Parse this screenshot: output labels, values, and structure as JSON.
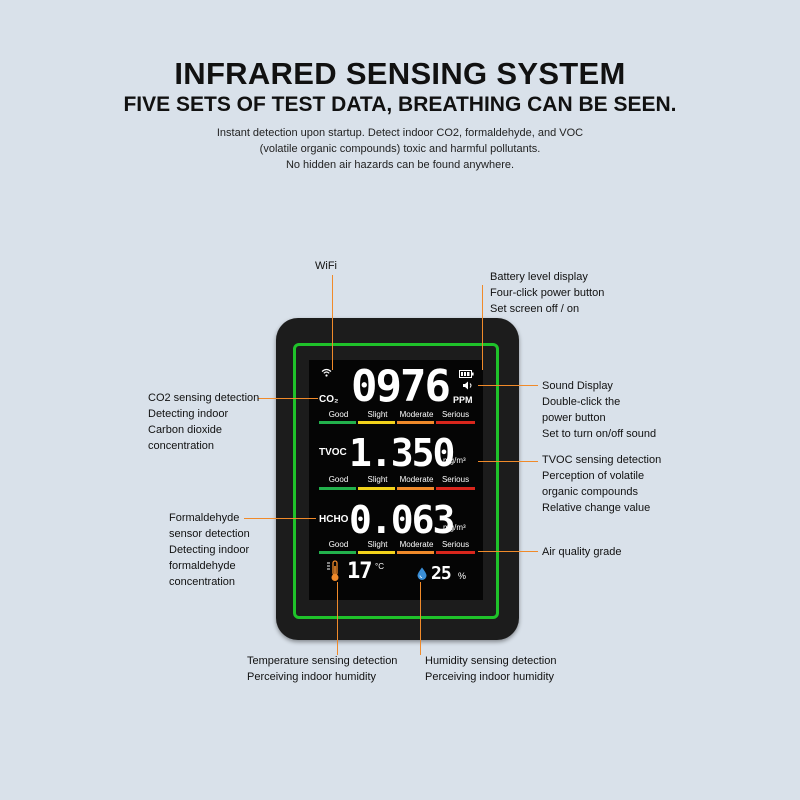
{
  "header": {
    "title": "INFRARED SENSING SYSTEM",
    "subtitle": "FIVE SETS OF TEST DATA, BREATHING CAN BE SEEN.",
    "desc": [
      "Instant detection upon startup. Detect indoor CO2, formaldehyde, and VOC",
      "(volatile organic compounds) toxic and harmful pollutants.",
      "No hidden air hazards can be found anywhere."
    ]
  },
  "callouts": {
    "wifi": "WiFi",
    "battery": [
      "Battery level display",
      "Four-click power button",
      "Set screen off / on"
    ],
    "co2": [
      "CO2 sensing detection",
      "Detecting indoor",
      "Carbon dioxide",
      "concentration"
    ],
    "sound": [
      "Sound Display",
      "Double-click the",
      "power button",
      "Set to turn on/off sound"
    ],
    "tvoc": [
      "TVOC sensing detection",
      "Perception of volatile",
      "organic compounds",
      "Relative change value"
    ],
    "hcho": [
      "Formaldehyde",
      "sensor detection",
      "Detecting indoor",
      "formaldehyde",
      "concentration"
    ],
    "grade": "Air quality grade",
    "temperature": [
      "Temperature sensing detection",
      "Perceiving indoor humidity"
    ],
    "humidity": [
      "Humidity sensing detection",
      "Perceiving indoor humidity"
    ]
  },
  "screen": {
    "co2_label": "CO₂",
    "co2_value": "0976",
    "co2_unit": "PPM",
    "tvoc_label": "TVOC",
    "tvoc_value": "1.350",
    "tvoc_unit": "mg/m³",
    "hcho_label": "HCHO",
    "hcho_value": "0.063",
    "hcho_unit": "mg/m³",
    "grades": [
      "Good",
      "Slight",
      "Moderate",
      "Serious"
    ],
    "temp_value": "17",
    "temp_unit": "°C",
    "humidity_value": "25",
    "humidity_unit": "%"
  },
  "colors": {
    "accent_line": "#f08a2a",
    "grade_good": "#22b14c",
    "grade_slight": "#f2d21b",
    "grade_moderate": "#f08a2a",
    "grade_serious": "#d9261c",
    "frame_glow": "#1fc22a"
  },
  "icons": [
    "wifi-icon",
    "battery-icon",
    "speaker-icon",
    "thermometer-icon",
    "droplet-icon"
  ]
}
